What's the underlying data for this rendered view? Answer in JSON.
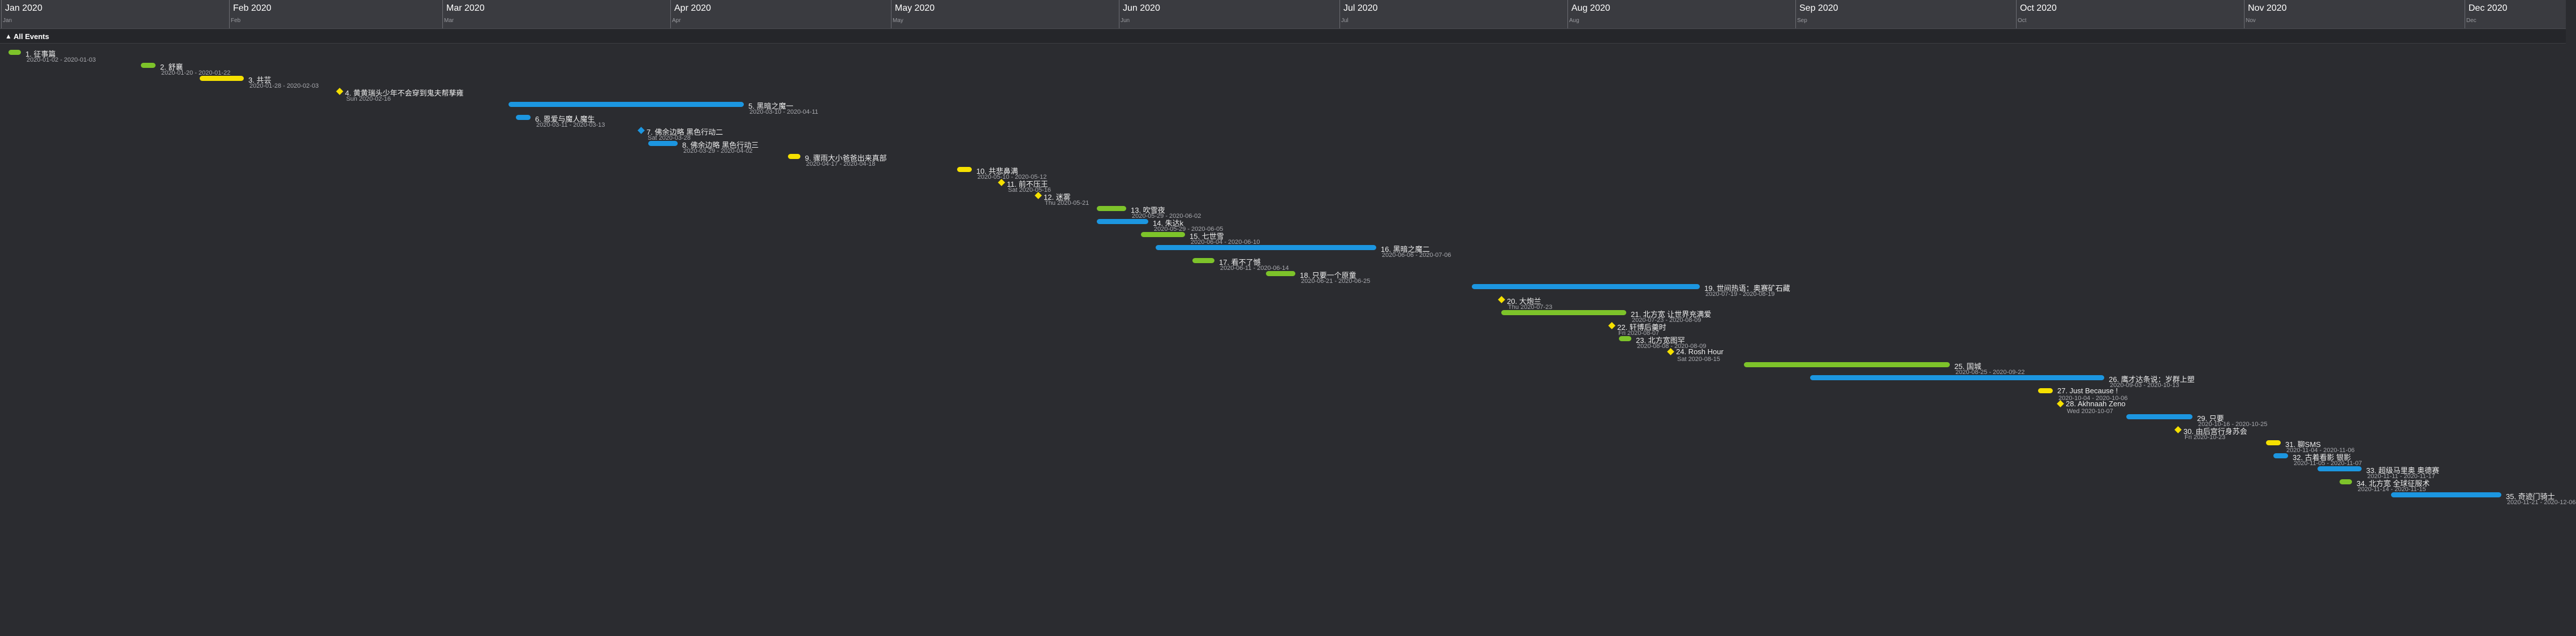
{
  "colors": {
    "green": "#7dc32a",
    "yellow": "#f5e000",
    "blue": "#1c96e0",
    "background": "#2b2c30",
    "header": "#3a3b40"
  },
  "header": {
    "months": [
      {
        "label": "Jan 2020",
        "short": "Jan"
      },
      {
        "label": "Feb 2020",
        "short": "Feb"
      },
      {
        "label": "Mar 2020",
        "short": "Mar"
      },
      {
        "label": "Apr 2020",
        "short": "Apr"
      },
      {
        "label": "May 2020",
        "short": "May"
      },
      {
        "label": "Jun 2020",
        "short": "Jun"
      },
      {
        "label": "Jul 2020",
        "short": "Jul"
      },
      {
        "label": "Aug 2020",
        "short": "Aug"
      },
      {
        "label": "Sep 2020",
        "short": "Sep"
      },
      {
        "label": "Oct 2020",
        "short": "Oct"
      },
      {
        "label": "Nov 2020",
        "short": "Nov"
      },
      {
        "label": "Dec 2020",
        "short": "Dec"
      }
    ]
  },
  "group": {
    "chevron_icon": "chevron-up-icon",
    "label": "All Events"
  },
  "events": [
    {
      "title": "1. 征事篇",
      "date": "2020-01-02 - 2020-01-03",
      "type": "bar",
      "color": "green",
      "start": "2020-01-02",
      "end": "2020-01-03"
    },
    {
      "title": "2. 舒襄",
      "date": "2020-01-20 - 2020-01-22",
      "type": "bar",
      "color": "green",
      "start": "2020-01-20",
      "end": "2020-01-22"
    },
    {
      "title": "3. 共芸",
      "date": "2020-01-28 - 2020-02-03",
      "type": "bar",
      "color": "yellow",
      "start": "2020-01-28",
      "end": "2020-02-03"
    },
    {
      "title": "4. 黄黄瑞头少年不会穿到鬼夫帮孳雍",
      "date": "Sun 2020-02-16",
      "type": "milestone",
      "color": "yellow",
      "start": "2020-02-16"
    },
    {
      "title": "5. 黑暗之魔一",
      "date": "2020-03-10 - 2020-04-11",
      "type": "bar",
      "color": "blue",
      "start": "2020-03-10",
      "end": "2020-04-11"
    },
    {
      "title": "6. 恩爱与魔人魔生",
      "date": "2020-03-11 - 2020-03-13",
      "type": "bar",
      "color": "blue",
      "start": "2020-03-11",
      "end": "2020-03-13"
    },
    {
      "title": "7. 佛余边略 黑色行动二",
      "date": "Sat 2020-03-28",
      "type": "milestone",
      "color": "blue",
      "start": "2020-03-28"
    },
    {
      "title": "8. 佛余边略 黑色行动三",
      "date": "2020-03-29 - 2020-04-02",
      "type": "bar",
      "color": "blue",
      "start": "2020-03-29",
      "end": "2020-04-02"
    },
    {
      "title": "9. 骤雨大小爸爸出来真部",
      "date": "2020-04-17 - 2020-04-18",
      "type": "bar",
      "color": "yellow",
      "start": "2020-04-17",
      "end": "2020-04-18"
    },
    {
      "title": "10. 共悲鼻满",
      "date": "2020-05-10 - 2020-05-12",
      "type": "bar",
      "color": "yellow",
      "start": "2020-05-10",
      "end": "2020-05-12"
    },
    {
      "title": "11. 前不压王",
      "date": "Sat 2020-05-16",
      "type": "milestone",
      "color": "yellow",
      "start": "2020-05-16"
    },
    {
      "title": "12. 迷雾",
      "date": "Thu 2020-05-21",
      "type": "milestone",
      "color": "yellow",
      "start": "2020-05-21"
    },
    {
      "title": "13. 吹雪夜",
      "date": "2020-05-29 - 2020-06-02",
      "type": "bar",
      "color": "green",
      "start": "2020-05-29",
      "end": "2020-06-02"
    },
    {
      "title": "14. 朱达k",
      "date": "2020-05-29 - 2020-06-05",
      "type": "bar",
      "color": "blue",
      "start": "2020-05-29",
      "end": "2020-06-05"
    },
    {
      "title": "15. 七世雪",
      "date": "2020-06-04 - 2020-06-10",
      "type": "bar",
      "color": "green",
      "start": "2020-06-04",
      "end": "2020-06-10"
    },
    {
      "title": "16. 黑暗之魔二",
      "date": "2020-06-06 - 2020-07-06",
      "type": "bar",
      "color": "blue",
      "start": "2020-06-06",
      "end": "2020-07-06"
    },
    {
      "title": "17. 看不了憾",
      "date": "2020-06-11 - 2020-06-14",
      "type": "bar",
      "color": "green",
      "start": "2020-06-11",
      "end": "2020-06-14"
    },
    {
      "title": "18. 只要一个原童",
      "date": "2020-06-21 - 2020-06-25",
      "type": "bar",
      "color": "green",
      "start": "2020-06-21",
      "end": "2020-06-25"
    },
    {
      "title": "19. 世间热语：奥赛矿石藏",
      "date": "2020-07-19 - 2020-08-19",
      "type": "bar",
      "color": "blue",
      "start": "2020-07-19",
      "end": "2020-08-19"
    },
    {
      "title": "20. 大炮兰",
      "date": "Thu 2020-07-23",
      "type": "milestone",
      "color": "yellow",
      "start": "2020-07-23"
    },
    {
      "title": "21. 北方宽 让世界充满爱",
      "date": "2020-07-23 - 2020-08-09",
      "type": "bar",
      "color": "green",
      "start": "2020-07-23",
      "end": "2020-08-09"
    },
    {
      "title": "22. 轩博后羹时",
      "date": "Fri 2020-08-07",
      "type": "milestone",
      "color": "yellow",
      "start": "2020-08-07"
    },
    {
      "title": "23. 北方宽图罕",
      "date": "2020-08-08 - 2020-08-09",
      "type": "bar",
      "color": "green",
      "start": "2020-08-08",
      "end": "2020-08-09"
    },
    {
      "title": "24. Rosh Hour",
      "date": "Sat 2020-08-15",
      "type": "milestone",
      "color": "yellow",
      "start": "2020-08-15"
    },
    {
      "title": "25. 国城",
      "date": "2020-08-25 - 2020-09-22",
      "type": "bar",
      "color": "green",
      "start": "2020-08-25",
      "end": "2020-09-22"
    },
    {
      "title": "26. 鹰才达条说：岁群上塑",
      "date": "2020-09-03 - 2020-10-13",
      "type": "bar",
      "color": "blue",
      "start": "2020-09-03",
      "end": "2020-10-13"
    },
    {
      "title": "27. Just Because !",
      "date": "2020-10-04 - 2020-10-06",
      "type": "bar",
      "color": "yellow",
      "start": "2020-10-04",
      "end": "2020-10-06"
    },
    {
      "title": "28. Akhnaah Zeno",
      "date": "Wed 2020-10-07",
      "type": "milestone",
      "color": "yellow",
      "start": "2020-10-07"
    },
    {
      "title": "29. 只要",
      "date": "2020-10-16 - 2020-10-25",
      "type": "bar",
      "color": "blue",
      "start": "2020-10-16",
      "end": "2020-10-25"
    },
    {
      "title": "30. 由后宫行身苏会",
      "date": "Fri 2020-10-23",
      "type": "milestone",
      "color": "yellow",
      "start": "2020-10-23"
    },
    {
      "title": "31. 聊SMS",
      "date": "2020-11-04 - 2020-11-06",
      "type": "bar",
      "color": "yellow",
      "start": "2020-11-04",
      "end": "2020-11-06"
    },
    {
      "title": "32. 古着看影 银影",
      "date": "2020-11-05 - 2020-11-07",
      "type": "bar",
      "color": "blue",
      "start": "2020-11-05",
      "end": "2020-11-07"
    },
    {
      "title": "33. 超级马里奥 奥德赛",
      "date": "2020-11-11 - 2020-11-17",
      "type": "bar",
      "color": "blue",
      "start": "2020-11-11",
      "end": "2020-11-17"
    },
    {
      "title": "34. 北方宽 全球征服术",
      "date": "2020-11-14 - 2020-11-15",
      "type": "bar",
      "color": "green",
      "start": "2020-11-14",
      "end": "2020-11-15"
    },
    {
      "title": "35. 奇迹门骑士",
      "date": "2020-11-21 - 2020-12-06",
      "type": "bar",
      "color": "blue",
      "start": "2020-11-21",
      "end": "2020-12-06"
    }
  ]
}
